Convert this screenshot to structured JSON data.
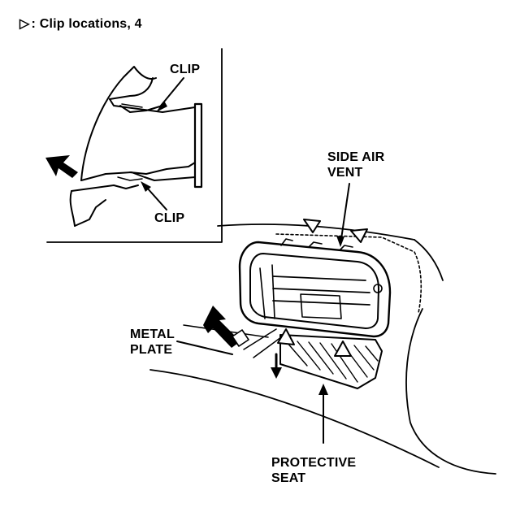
{
  "header": {
    "symbol": "▷",
    "text": ": Clip locations, 4"
  },
  "labels": {
    "clip_top": "CLIP",
    "clip_bottom": "CLIP",
    "side_air_vent_line1": "SIDE AIR",
    "side_air_vent_line2": "VENT",
    "metal_plate_line1": "METAL",
    "metal_plate_line2": "PLATE",
    "protective_seat_line1": "PROTECTIVE",
    "protective_seat_line2": "SEAT"
  }
}
